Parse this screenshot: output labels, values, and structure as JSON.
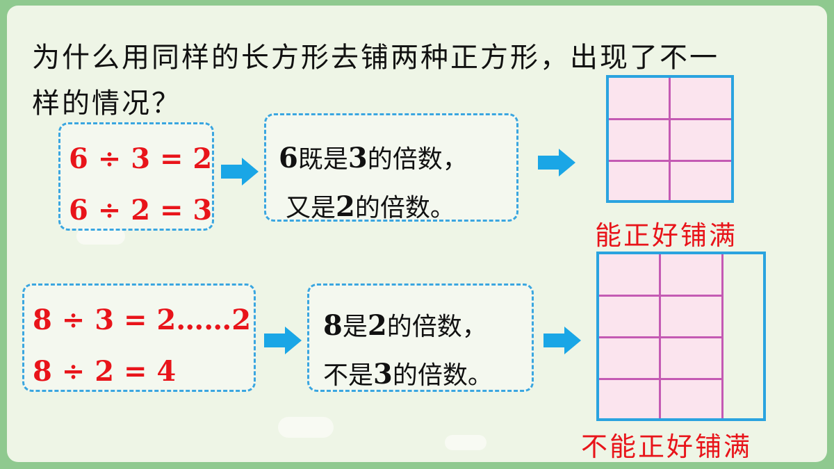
{
  "question": {
    "line1": "为什么用同样的长方形去铺两种正方形，出现了不一",
    "line2": "样的情况？"
  },
  "case1": {
    "eq1": "6 ÷ 3 = 2",
    "eq2": "6 ÷ 2 = 3",
    "stmt_line1_num": "6",
    "stmt_line1_text": "既是",
    "stmt_line1_num2": "3",
    "stmt_line1_tail": "的倍数，",
    "stmt_line2_text": "又是",
    "stmt_line2_num": "2",
    "stmt_line2_tail": "的倍数。",
    "caption": "能正好铺满"
  },
  "case2": {
    "eq1": "8 ÷ 3 = 2……2",
    "eq2": "8 ÷ 2 = 4",
    "stmt_line1_num": "8",
    "stmt_line1_text": "是",
    "stmt_line1_num2": "2",
    "stmt_line1_tail": "的倍数，",
    "stmt_line2_text": "不是",
    "stmt_line2_num": "3",
    "stmt_line2_tail": "的倍数。",
    "caption": "不能正好铺满"
  },
  "colors": {
    "frame": "#8fc98f",
    "background": "#eef5e6",
    "equation": "#e8141a",
    "dashed_border": "#3aa6e0",
    "arrow": "#1aa6e6",
    "grid_border": "#2aa3df",
    "grid_fill": "#fbe4ee",
    "grid_lines": "#c45ab3"
  },
  "icons": [
    "right-arrow-icon"
  ]
}
